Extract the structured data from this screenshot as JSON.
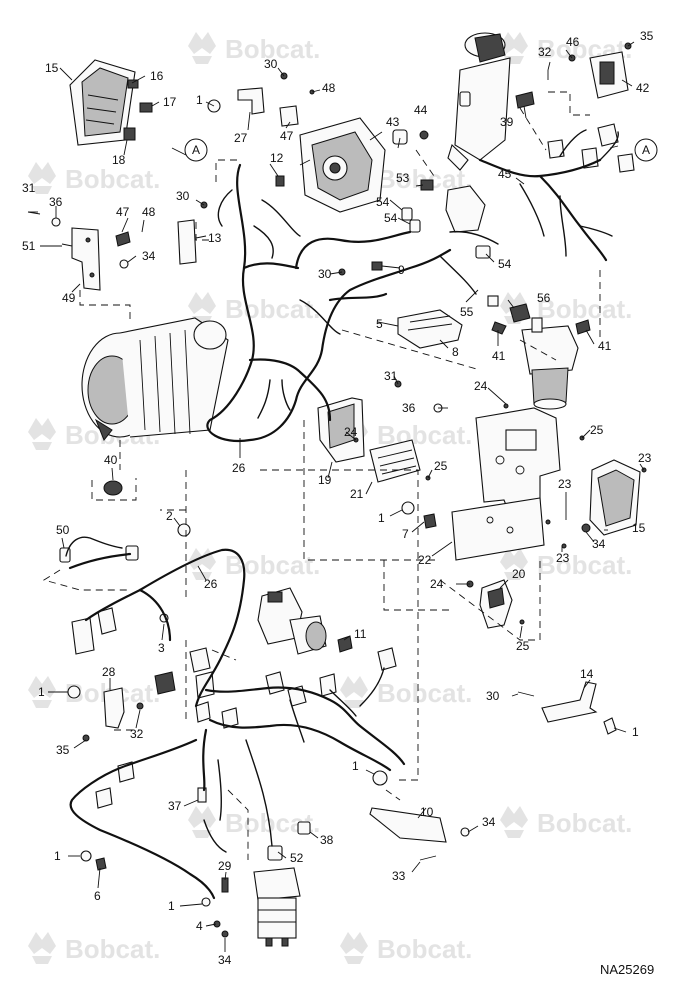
{
  "watermark": {
    "text": "Bobcat."
  },
  "figure_id": "NA25269",
  "callouts": {
    "c1": "1",
    "c2": "2",
    "c3": "3",
    "c4": "4",
    "c5": "5",
    "c6": "6",
    "c7": "7",
    "c8": "8",
    "c9": "9",
    "c10": "10",
    "c11": "11",
    "c12": "12",
    "c13": "13",
    "c14": "14",
    "c15": "15",
    "c16": "16",
    "c17": "17",
    "c18": "18",
    "c19": "19",
    "c20": "20",
    "c21": "21",
    "c22": "22",
    "c23": "23",
    "c24": "24",
    "c25": "25",
    "c26": "26",
    "c27": "27",
    "c28": "28",
    "c29": "29",
    "c30": "30",
    "c31": "31",
    "c32": "32",
    "c33": "33",
    "c34": "34",
    "c35": "35",
    "c36": "36",
    "c37": "37",
    "c38": "38",
    "c39": "39",
    "c40": "40",
    "c41": "41",
    "c42": "42",
    "c43": "43",
    "c44": "44",
    "c45": "45",
    "c46": "46",
    "c47": "47",
    "c48": "48",
    "c49": "49",
    "c50": "50",
    "c51": "51",
    "c52": "52",
    "c53": "53",
    "c54": "54",
    "c55": "55",
    "c56": "56",
    "cA": "A"
  }
}
